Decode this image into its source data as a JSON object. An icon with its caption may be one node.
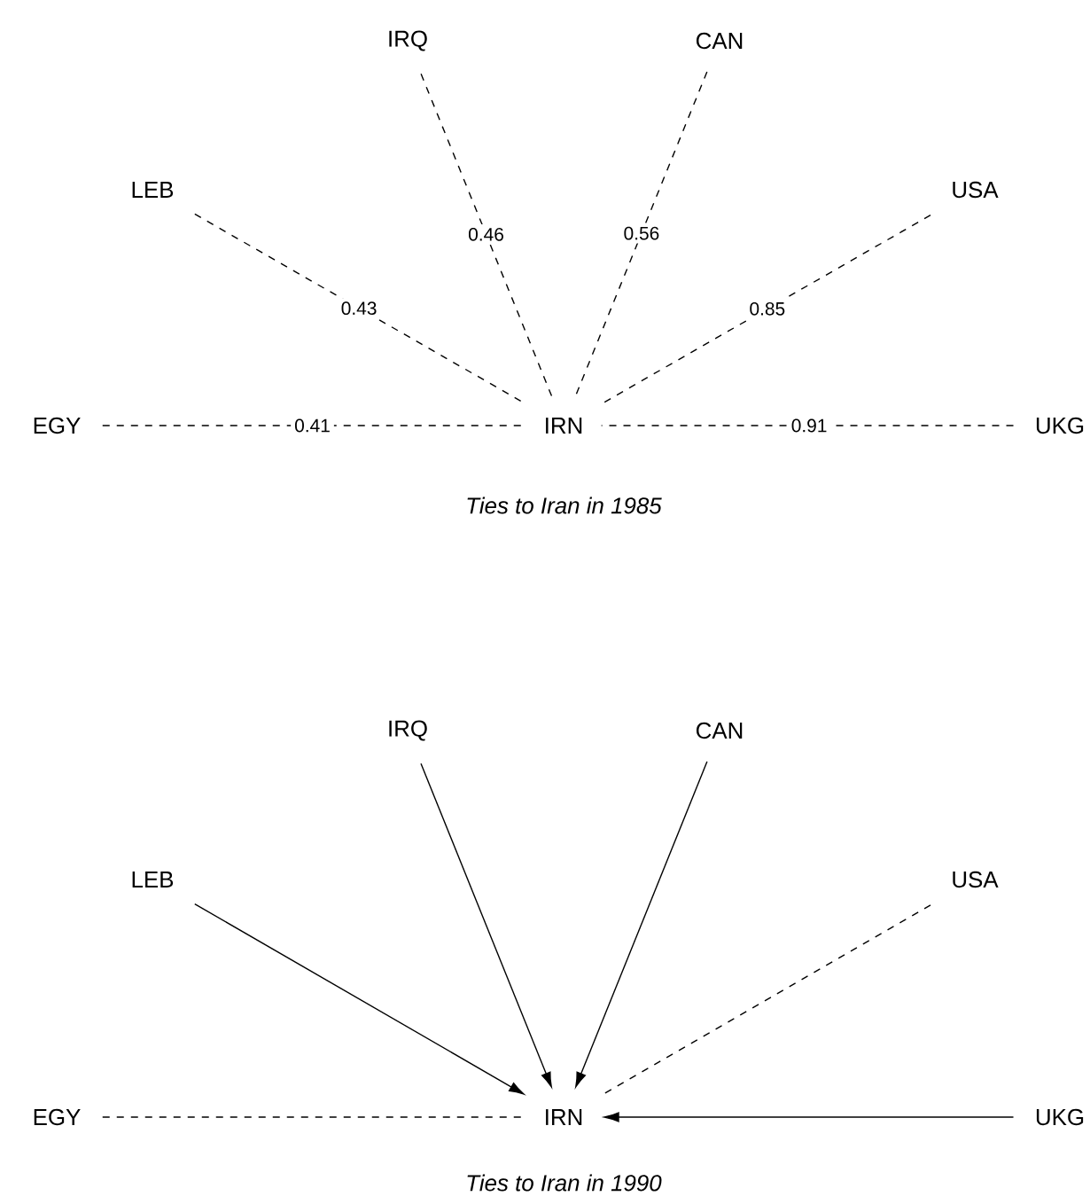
{
  "diagram": {
    "nodes": [
      {
        "text": [
          "IRQ"
        ]
      },
      {
        "text": [
          "CAN"
        ]
      },
      {
        "text": [
          "LEB"
        ]
      },
      {
        "text": [
          "USA"
        ]
      },
      {
        "text": [
          "EGY"
        ]
      },
      {
        "text": [
          "IRN"
        ]
      },
      {
        "text": [
          "UKG"
        ]
      },
      {
        "text": [
          "IRQ"
        ]
      },
      {
        "text": [
          "CAN"
        ]
      },
      {
        "text": [
          "LEB"
        ]
      },
      {
        "text": [
          "USA"
        ]
      },
      {
        "text": [
          "EGY"
        ]
      },
      {
        "text": [
          "IRN"
        ]
      },
      {
        "text": [
          "UKG"
        ]
      }
    ],
    "edges": [
      {
        "from": 2,
        "to": 5,
        "arrow": "none",
        "style": "dashed",
        "label": "0.43"
      },
      {
        "from": 0,
        "to": 5,
        "arrow": "none",
        "style": "dashed",
        "label": "0.46"
      },
      {
        "from": 1,
        "to": 5,
        "arrow": "none",
        "style": "dashed",
        "label": "0.56"
      },
      {
        "from": 3,
        "to": 5,
        "arrow": "none",
        "style": "dashed",
        "label": "0.85"
      },
      {
        "from": 4,
        "to": 5,
        "arrow": "none",
        "style": "dashed",
        "label": "0.41"
      },
      {
        "from": 6,
        "to": 5,
        "arrow": "none",
        "style": "dashed",
        "label": "0.91"
      },
      {
        "from": 9,
        "to": 12,
        "arrow": "to"
      },
      {
        "from": 7,
        "to": 12,
        "arrow": "to"
      },
      {
        "from": 8,
        "to": 12,
        "arrow": "to"
      },
      {
        "from": 10,
        "to": 12,
        "arrow": "none",
        "style": "dashed"
      },
      {
        "from": 11,
        "to": 12,
        "arrow": "none",
        "style": "dashed"
      },
      {
        "from": 13,
        "to": 12,
        "arrow": "to"
      }
    ],
    "labels": [
      "Ties to Iran in 1985",
      "Ties to Iran in 1990"
    ]
  }
}
